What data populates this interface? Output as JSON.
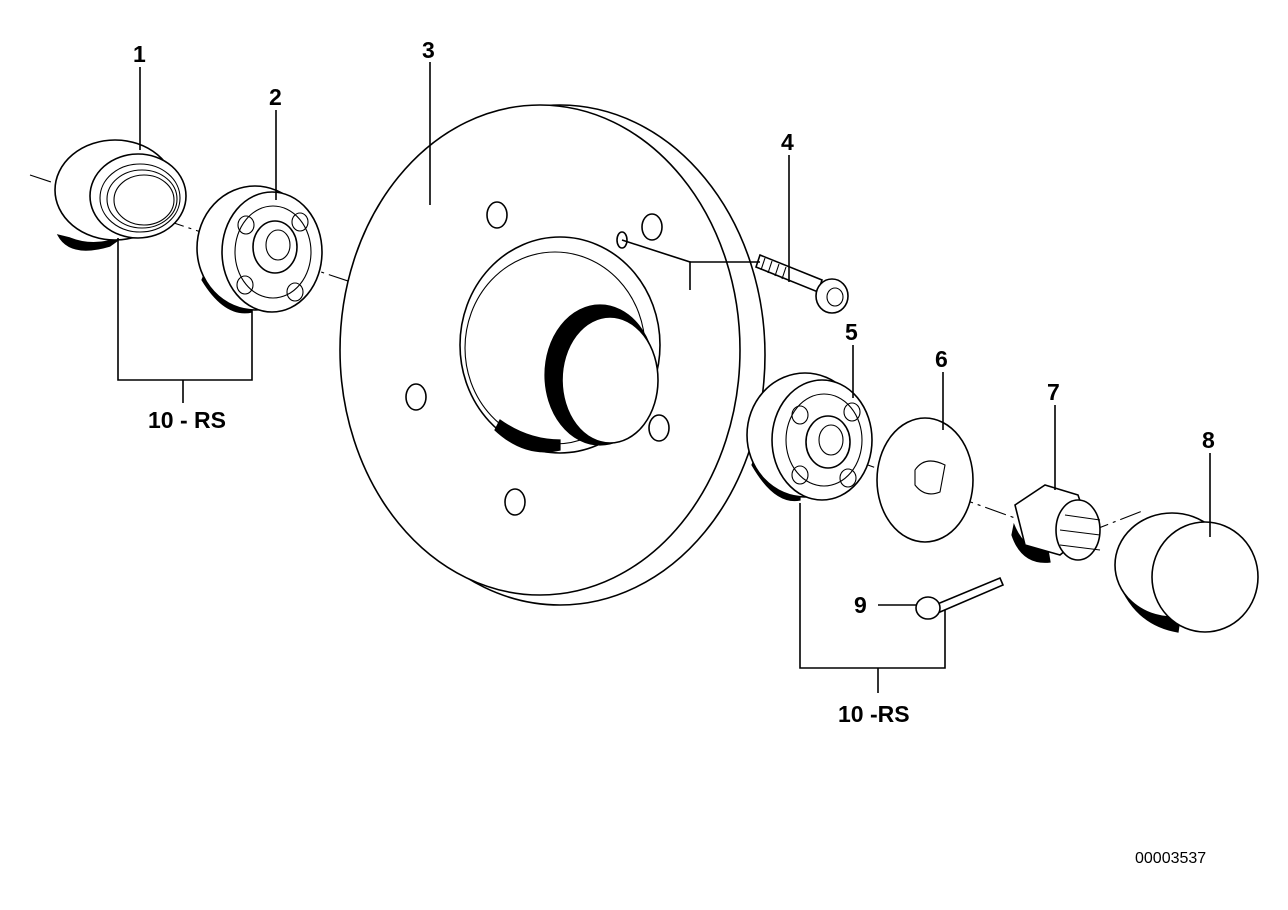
{
  "labels": {
    "p1": "1",
    "p2": "2",
    "p3": "3",
    "p4": "4",
    "p5": "5",
    "p6": "6",
    "p7": "7",
    "p8": "8",
    "p9": "9",
    "kit_left": "10 - RS",
    "kit_right": "10 -RS"
  },
  "reference_number": "00003537"
}
